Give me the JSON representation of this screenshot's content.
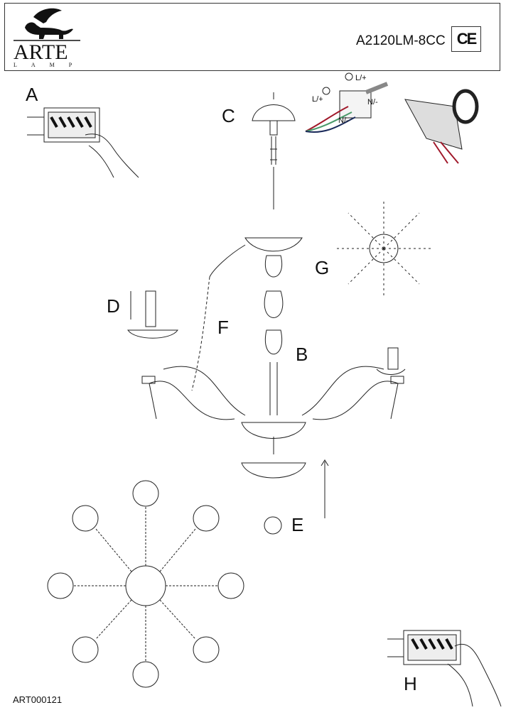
{
  "header": {
    "brand": "ARTE",
    "brand_sub": "LAMP",
    "model": "A2120LM-8CC",
    "certification": "CE"
  },
  "steps": {
    "a": "A",
    "b": "B",
    "c": "C",
    "d": "D",
    "e": "E",
    "f": "F",
    "g": "G",
    "h": "H"
  },
  "wiring": {
    "live_1": "L/+",
    "live_2": "L/+",
    "neutral_1": "N/-",
    "neutral_2": "N/-"
  },
  "footer": {
    "code": "ART000121"
  },
  "colors": {
    "live": "#a0182a",
    "neutral": "#1a2a5a",
    "earth": "#4a9a6a"
  }
}
